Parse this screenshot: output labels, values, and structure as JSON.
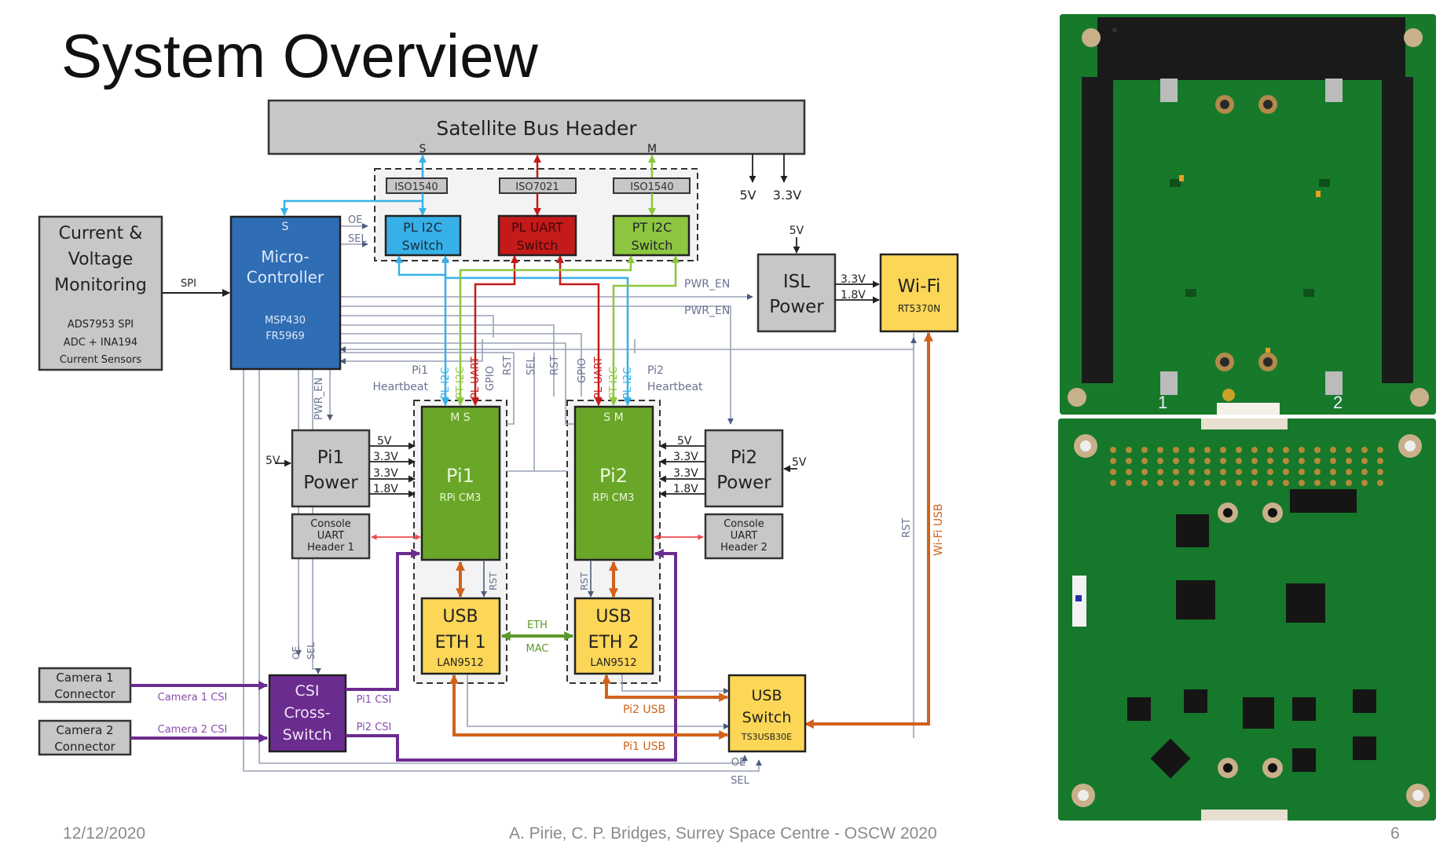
{
  "slide": {
    "title": "System Overview",
    "footer": {
      "date": "12/12/2020",
      "credit": "A. Pirie, C. P. Bridges, Surrey Space Centre - OSCW 2020",
      "page_number": "6"
    }
  },
  "colors": {
    "grey_box": "#c8c6c6",
    "mcu_blue": "#2f6db5",
    "i2c_blue": "#37b0e8",
    "uart_red": "#c41a1a",
    "pt_green": "#8dc63f",
    "pi_green": "#6aa729",
    "usb_yellow": "#fcd656",
    "csi_purple": "#6b2c8f",
    "usb_orange": "#d1621b",
    "eth_green": "#5a9a2a",
    "control_grey": "#9aa2b8",
    "console_red": "#ef4a4a"
  },
  "diagram": {
    "bus_header": {
      "label": "Satellite Bus Header",
      "port_s": "S",
      "port_m": "M"
    },
    "bus_power": {
      "v5": "5V",
      "v33": "3.3V"
    },
    "isolators": [
      {
        "label": "ISO1540"
      },
      {
        "label": "ISO7021"
      },
      {
        "label": "ISO1540"
      }
    ],
    "switches": [
      {
        "line1": "PL I2C",
        "line2": "Switch"
      },
      {
        "line1": "PL UART",
        "line2": "Switch"
      },
      {
        "line1": "PT I2C",
        "line2": "Switch"
      }
    ],
    "monitor": {
      "line1": "Current &",
      "line2": "Voltage",
      "line3": "Monitoring",
      "sub1": "ADS7953 SPI",
      "sub2": "ADC + INA194",
      "sub3": "Current Sensors",
      "link_label": "SPI"
    },
    "mcu": {
      "port": "S",
      "line1": "Micro-",
      "line2": "Controller",
      "sub1": "MSP430",
      "sub2": "FR5969",
      "oe": "OE",
      "sel": "SEL"
    },
    "isl_power": {
      "line1": "ISL",
      "line2": "Power",
      "input": "5V",
      "out1": "3.3V",
      "out2": "1.8V",
      "pwr_en_1": "PWR_EN",
      "pwr_en_2": "PWR_EN"
    },
    "wifi": {
      "line1": "Wi-Fi",
      "sub": "RT5370N",
      "rst": "RST",
      "usb": "Wi-Fi USB"
    },
    "pi1": {
      "name": "Pi1",
      "sub": "RPi CM3",
      "ports": "M  S",
      "heartbeat1": "Pi1",
      "heartbeat2": "Heartbeat",
      "signals": [
        "PL I2C",
        "PT I2C",
        "PL UART",
        "GPIO",
        "RST"
      ],
      "pwr_en": "PWR_EN"
    },
    "pi2": {
      "name": "Pi2",
      "sub": "RPi CM3",
      "ports": "S  M",
      "heartbeat1": "Pi2",
      "heartbeat2": "Heartbeat",
      "signals": [
        "RST",
        "GPIO",
        "PL UART",
        "PT I2C",
        "PL I2C"
      ]
    },
    "sel_label": "SEL",
    "pi1_power": {
      "line1": "Pi1",
      "line2": "Power",
      "input": "5V",
      "rails": [
        "5V",
        "3.3V",
        "3.3V",
        "1.8V"
      ]
    },
    "pi2_power": {
      "line1": "Pi2",
      "line2": "Power",
      "input": "5V",
      "rails": [
        "5V",
        "3.3V",
        "3.3V",
        "1.8V"
      ]
    },
    "console1": {
      "line1": "Console",
      "line2": "UART",
      "line3": "Header 1"
    },
    "console2": {
      "line1": "Console",
      "line2": "UART",
      "line3": "Header 2"
    },
    "eth1": {
      "line1": "USB",
      "line2": "ETH 1",
      "sub": "LAN9512",
      "rst": "RST"
    },
    "eth2": {
      "line1": "USB",
      "line2": "ETH 2",
      "sub": "LAN9512",
      "rst": "RST"
    },
    "eth_link": {
      "top": "ETH",
      "bottom": "MAC"
    },
    "camera1": {
      "line1": "Camera 1",
      "line2": "Connector",
      "link": "Camera 1 CSI"
    },
    "camera2": {
      "line1": "Camera 2",
      "line2": "Connector",
      "link": "Camera 2 CSI"
    },
    "csi_switch": {
      "line1": "CSI",
      "line2": "Cross-",
      "line3": "Switch",
      "oe": "OE",
      "sel": "SEL",
      "out1": "Pi1 CSI",
      "out2": "Pi2 CSI"
    },
    "usb_switch": {
      "line1": "USB",
      "line2": "Switch",
      "sub": "TS3USB30E",
      "oe": "OE",
      "sel": "SEL",
      "in1": "Pi1 USB",
      "in2": "Pi2 USB"
    }
  },
  "photos": {
    "top_board": {
      "slot1": "1",
      "slot2": "2"
    },
    "bottom_board": {}
  }
}
